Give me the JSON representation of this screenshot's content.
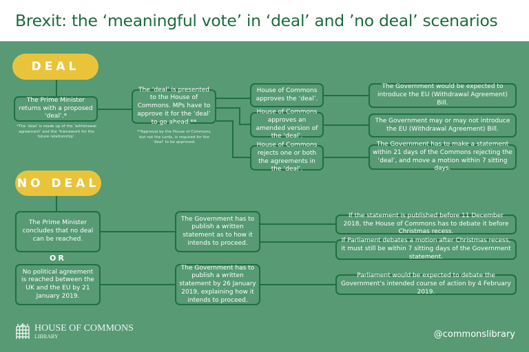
{
  "title": "Brexit: the ‘meaningful vote’ in ‘deal’ and ’no deal’ scenarios",
  "deal": {
    "label": "DEAL",
    "pm_returns": "The Prime Minister returns with a proposed ‘deal’.*",
    "footnote1": "*The ‘deal’ is made up of the ‘withdrawal agreement’ and the ‘framework for the future relationship’.",
    "presented": "The ‘deal’ is presented to the House of Commons. MPs have to approve it for the ‘deal’ to go ahead.**",
    "footnote2": "**Approval by the House of Commons, but not the Lords, is required for the ‘deal’ to be approved.",
    "outcomes": [
      {
        "vote": "House of Commons approves the ‘deal’.",
        "result": "The Government would be expected to introduce the EU (Withdrawal Agreement) Bill."
      },
      {
        "vote": "House of Commons approves an amended version of the ‘deal’.",
        "result": "The Government may or may not introduce the EU (Withdrawal Agreement) Bill."
      },
      {
        "vote": "House of Commons rejects one or both the agreements in the ‘deal’.",
        "result": "The Government has to make a statement within 21 days of the Commons rejecting the ‘deal’, and move a motion within 7 sitting days."
      }
    ]
  },
  "no_deal": {
    "label": "NO DEAL",
    "pm_concludes": "The Prime Minister concludes that no deal can be reached.",
    "or": "OR",
    "no_agreement": "No political agreement is reached between the UK and the EU by 21 January 2019.",
    "gov_statement1": "The Government has to publish a written statement as to how it intends to proceed.",
    "gov_statement2": "The Government has to publish a written statement by 26 January 2019, explaining how it intends to proceed.",
    "result1": "If the statement is published before 11 December 2018, the House of Commons has to debate it before Christmas recess.",
    "result2": "If Parliament debates a motion after Christmas recess, it must still be within 7 sitting days of the Government statement.",
    "result3": "Parliament would be expected to debate the Government’s intended course of action by 4 February 2019."
  },
  "footer": {
    "logo_name": "HOUSE OF COMMONS",
    "logo_sub": "LIBRARY",
    "handle": "@commonslibrary"
  },
  "colors": {
    "background": "#579a74",
    "border": "#1f6f42",
    "pill": "#e9c43b",
    "title": "#1d6b3d"
  }
}
